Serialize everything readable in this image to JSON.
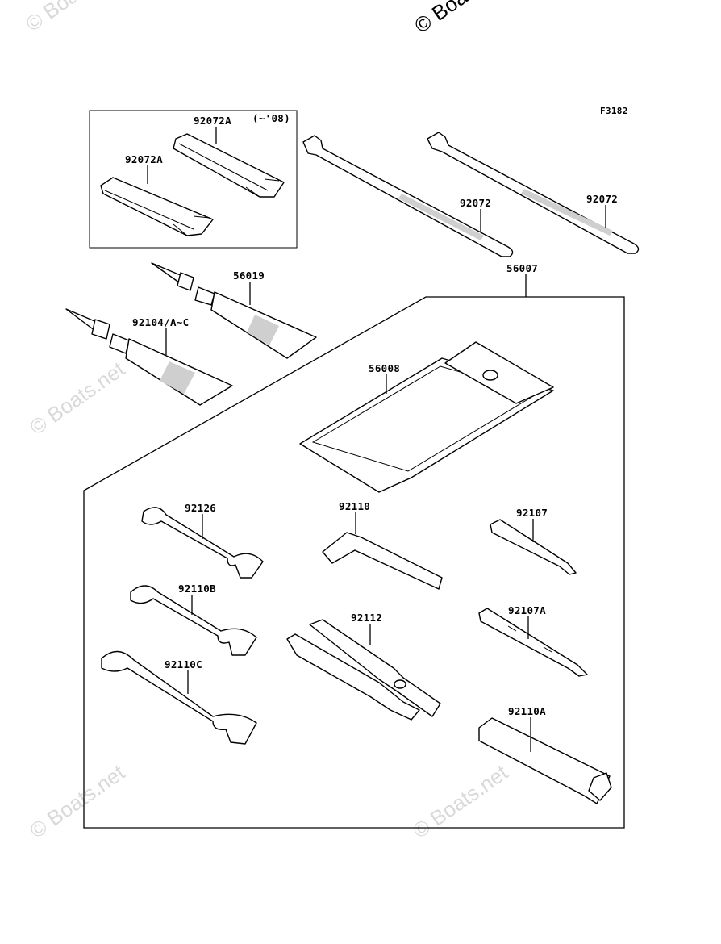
{
  "figure_code": "F3182",
  "watermark": "© Boats.net",
  "watermark_top": "© Boat",
  "parts": {
    "strap_08": "92072A",
    "strap_08_note": "(~'08)",
    "strap": "92072A",
    "tie_left": "92072",
    "tie_right": "92072",
    "tube_small": "56019",
    "tube_large": "92104/A~C",
    "kit": "56007",
    "bag": "56008",
    "wrench_1": "92126",
    "wrench_2": "92110B",
    "wrench_3": "92110C",
    "hex_key": "92110",
    "pliers": "92112",
    "screwdriver": "92107",
    "screwdriver_a": "92107A",
    "box_wrench": "92110A"
  }
}
